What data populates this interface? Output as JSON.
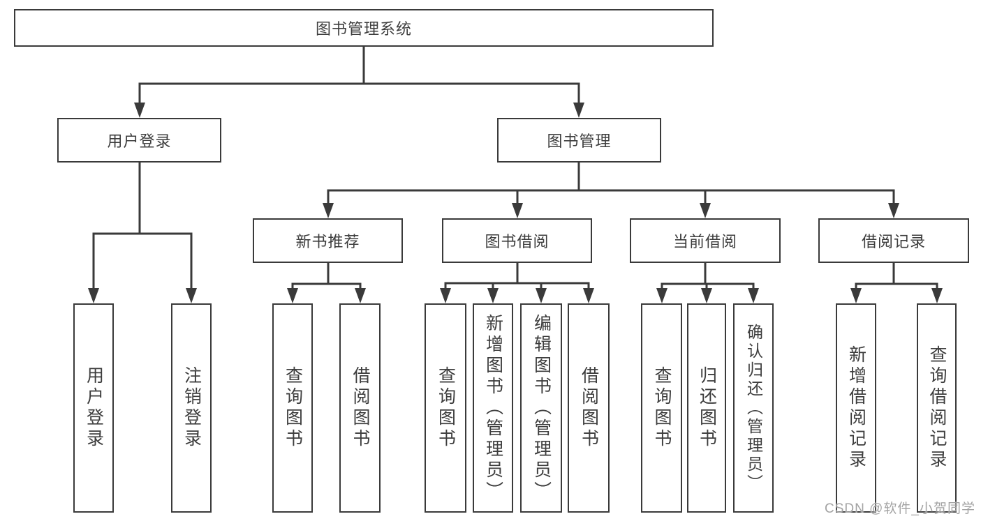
{
  "colors": {
    "line": "#3a3a3a",
    "text": "#3d3d3d",
    "watermark": "#a3a3a3"
  },
  "tree": {
    "root": "图书管理系统",
    "level2": [
      "用户登录",
      "图书管理"
    ],
    "user_login_children": [
      "用户登录",
      "注销登录"
    ],
    "book_mgmt_children": [
      "新书推荐",
      "图书借阅",
      "当前借阅",
      "借阅记录"
    ],
    "new_books_children": [
      "查询图书",
      "借阅图书"
    ],
    "book_borrow_children": [
      "查询图书",
      "新增图书（管理员）",
      "编辑图书（管理员）",
      "借阅图书"
    ],
    "current_borrow_children": [
      "查询图书",
      "归还图书",
      "确认归还（管理员）"
    ],
    "borrow_records_children": [
      "新增借阅记录",
      "查询借阅记录"
    ]
  },
  "watermark": "CSDN @软件_小贺同学"
}
